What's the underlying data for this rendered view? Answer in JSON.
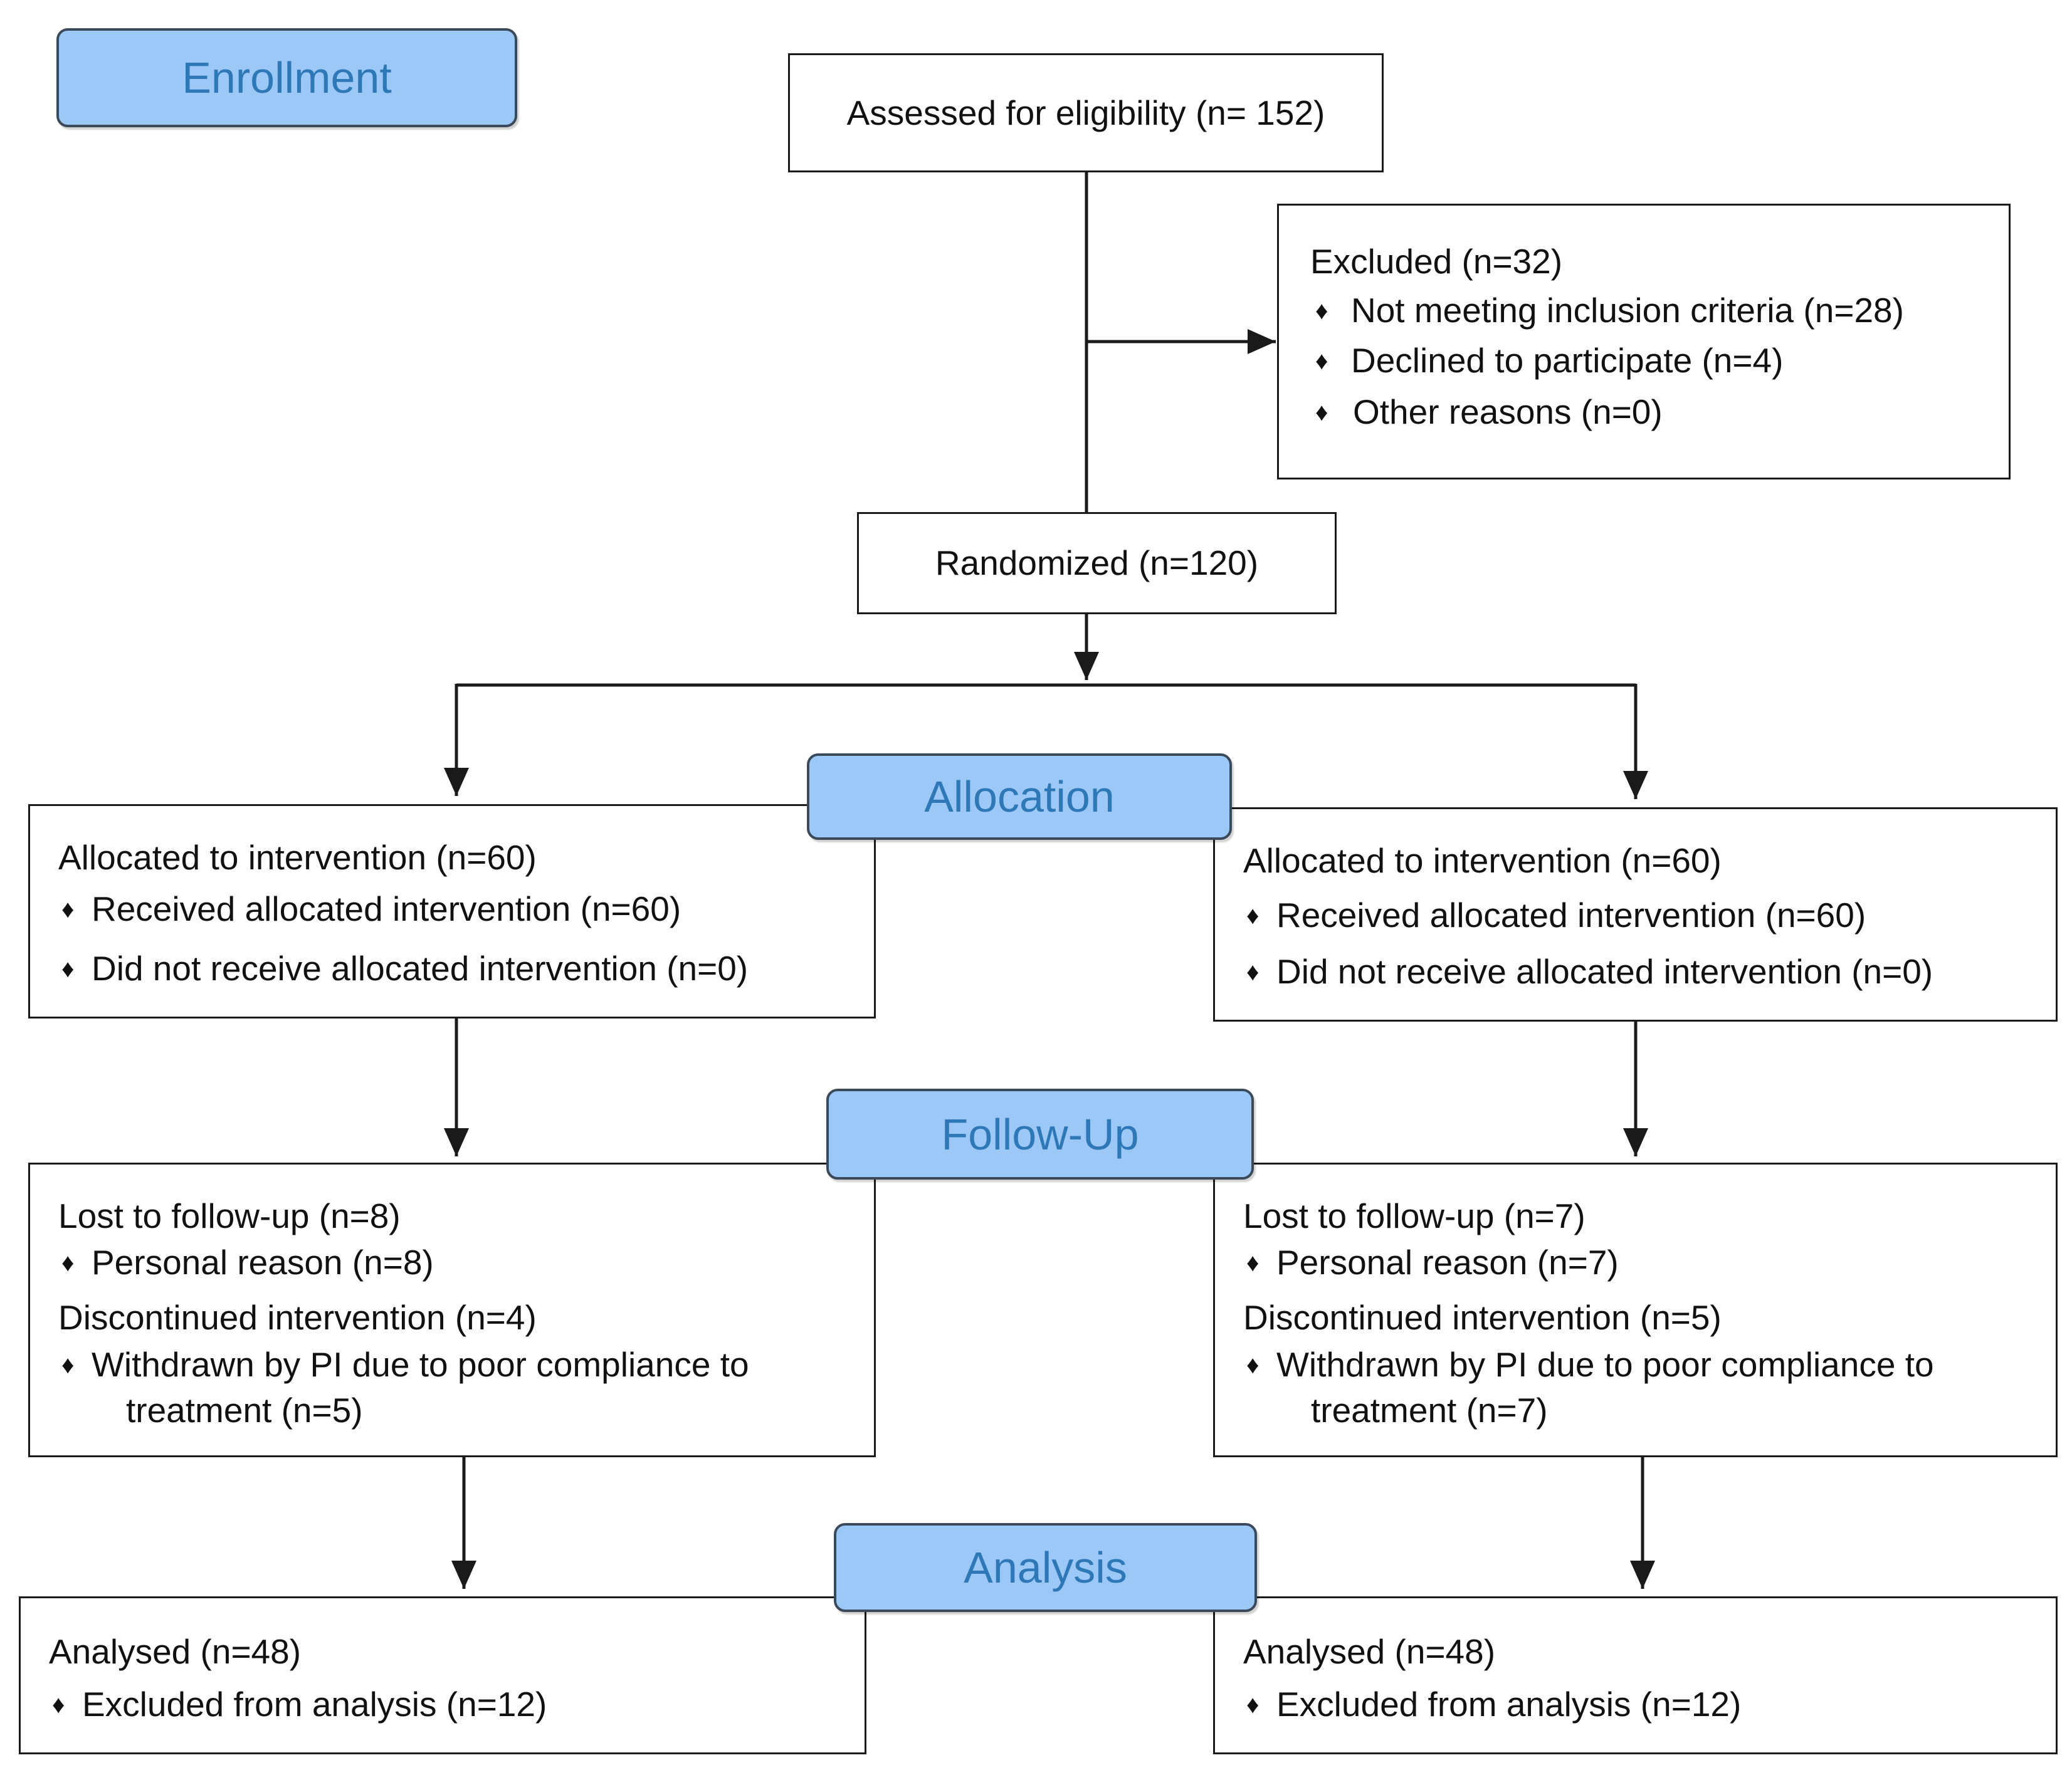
{
  "phases": {
    "enrollment": "Enrollment",
    "allocation": "Allocation",
    "follow_up": "Follow-Up",
    "analysis": "Analysis"
  },
  "assessed": "Assessed for eligibility (n= 152)",
  "excluded": {
    "title": "Excluded (n=32)",
    "items": [
      "Not meeting inclusion criteria (n=28)",
      "Declined to participate (n=4)",
      "Other reasons (n=0)"
    ]
  },
  "randomized": "Randomized (n=120)",
  "left": {
    "allocated": "Allocated to intervention (n=60)",
    "received": "Received allocated intervention (n=60)",
    "not_received": "Did not receive allocated intervention (n=0)",
    "lost": "Lost to follow-up (n=8)",
    "personal": "Personal reason (n=8)",
    "discontinued": "Discontinued intervention (n=4)",
    "withdrawn_1": "Withdrawn by PI due to poor compliance to",
    "withdrawn_2": "treatment (n=5)",
    "analysed": "Analysed (n=48)",
    "excluded_analysis": "Excluded from analysis (n=12)"
  },
  "right": {
    "allocated": "Allocated to intervention (n=60)",
    "received": "Received allocated intervention (n=60)",
    "not_received": "Did not receive allocated intervention (n=0)",
    "lost": "Lost to follow-up (n=7)",
    "personal": "Personal reason (n=7)",
    "discontinued": "Discontinued intervention (n=5)",
    "withdrawn_1": "Withdrawn by PI due to poor compliance to",
    "withdrawn_2": "treatment (n=7)",
    "analysed": "Analysed (n=48)",
    "excluded_analysis": "Excluded from analysis (n=12)"
  },
  "colors": {
    "phase_fill": "#9cc8f8",
    "phase_text": "#2e78b8",
    "line": "#1a1a1a"
  }
}
